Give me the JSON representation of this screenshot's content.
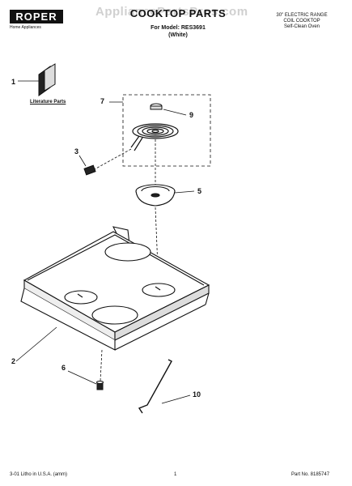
{
  "brand": {
    "name": "ROPER",
    "subtitle": "Home Appliances"
  },
  "watermark": "AppliancePartsPros.com",
  "header": {
    "title": "COOKTOP PARTS",
    "model_line": "For Model: RES3691",
    "color_line": "(White)",
    "desc_line1": "30\" ELECTRIC RANGE",
    "desc_line2": "COIL COOKTOP",
    "desc_line3": "Self-Clean Oven"
  },
  "literature_label": "Literature Parts",
  "callouts": [
    "1",
    "2",
    "3",
    "5",
    "6",
    "7",
    "9",
    "10"
  ],
  "footer": {
    "litho": "3-01 Litho in U.S.A. (amm)",
    "page": "1",
    "part_no": "Part No. 8185747"
  }
}
